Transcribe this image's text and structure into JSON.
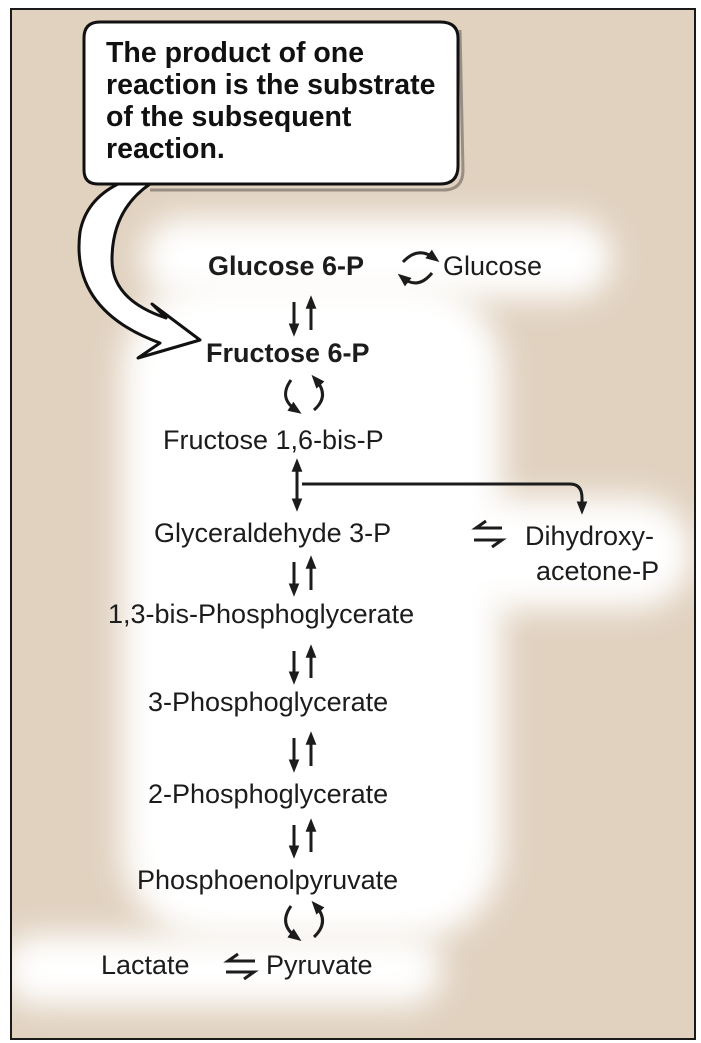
{
  "callout": {
    "text": "The product of one reaction is the substrate of the subsequent reaction."
  },
  "pathway": {
    "glucose_6p": "Glucose 6-P",
    "glucose": "Glucose",
    "fructose_6p": "Fructose 6-P",
    "fructose_16bp": "Fructose 1,6-bis-P",
    "glyceraldehyde_3p": "Glyceraldehyde 3-P",
    "dihydroxyacetone_line1": "Dihydroxy-",
    "dihydroxyacetone_line2": "acetone-P",
    "bisphosphoglycerate": "1,3-bis-Phosphoglycerate",
    "phosphoglycerate_3": "3-Phosphoglycerate",
    "phosphoglycerate_2": "2-Phosphoglycerate",
    "phosphoenolpyruvate": "Phosphoenolpyruvate",
    "lactate": "Lactate",
    "pyruvate": "Pyruvate"
  },
  "colors": {
    "background": "#e1d2c0",
    "highlight": "#ffffff",
    "ink": "#1c1c1c"
  }
}
